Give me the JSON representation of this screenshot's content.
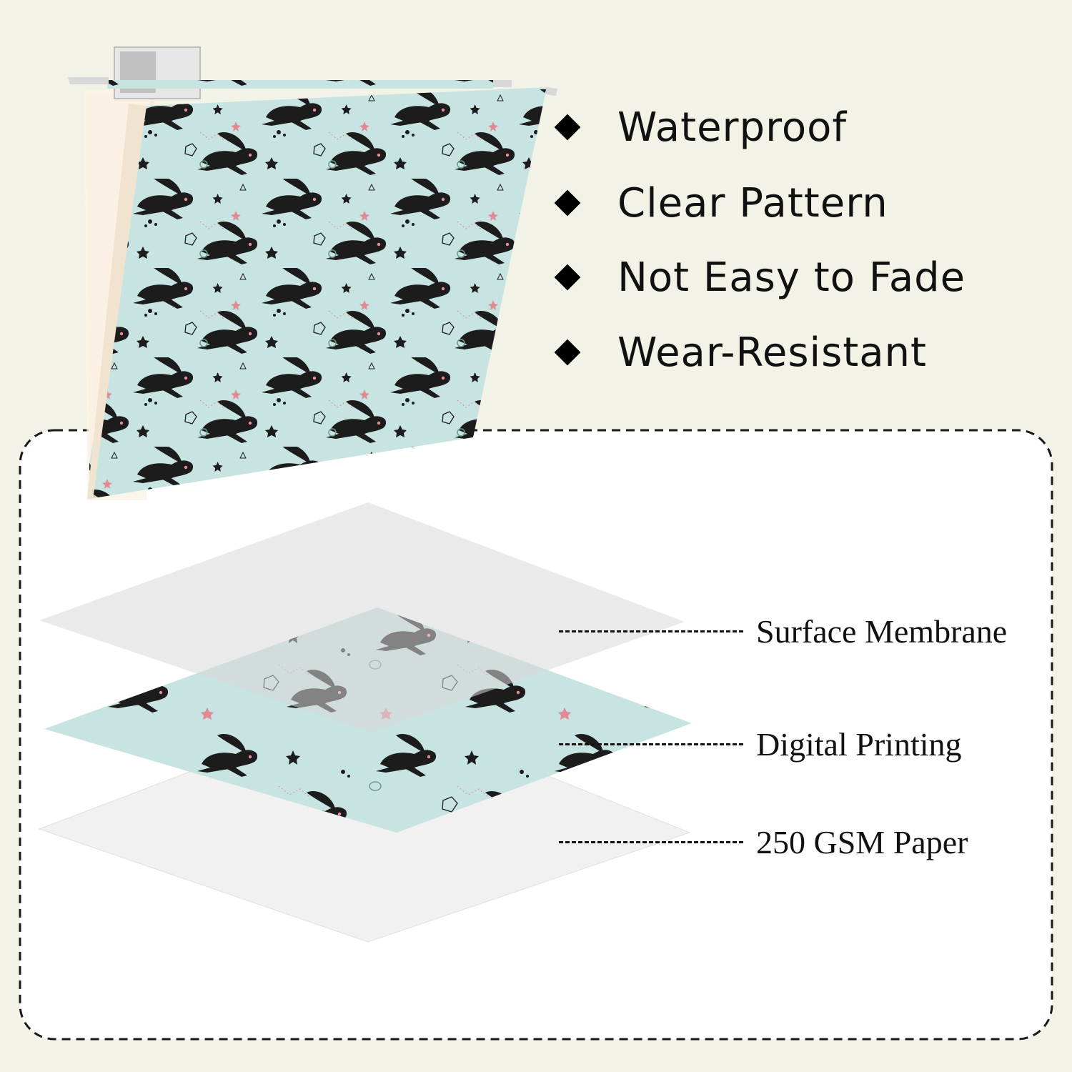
{
  "features": [
    {
      "label": "Waterproof",
      "icon": "diamond-bullet-icon"
    },
    {
      "label": "Clear Pattern",
      "icon": "diamond-bullet-icon"
    },
    {
      "label": "Not Easy to Fade",
      "icon": "diamond-bullet-icon"
    },
    {
      "label": "Wear-Resistant",
      "icon": "diamond-bullet-icon"
    }
  ],
  "layers": [
    {
      "label": "Surface Membrane"
    },
    {
      "label": "Digital Printing"
    },
    {
      "label": "250 GSM Paper"
    }
  ],
  "colors": {
    "background": "#f3f2e7",
    "panel": "#ffffff",
    "folder_pattern": "#c7e3e2",
    "membrane": "#e9e9e9",
    "paper": "#f1f1f1",
    "rabbit": "#1c1c1c"
  }
}
